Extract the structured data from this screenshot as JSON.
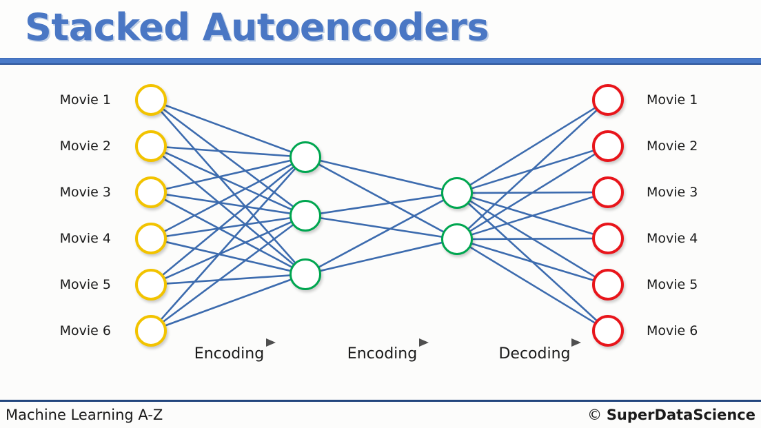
{
  "slide": {
    "title": "Stacked Autoencoders",
    "background_color": "#fcfcfb",
    "title_color": "#4a77c4",
    "rule_color": "#4a7ac8"
  },
  "footer": {
    "left_text": "Machine Learning A-Z",
    "copyright_symbol": "© ",
    "brand": "SuperDataScience",
    "rule_color": "#22467e"
  },
  "diagram": {
    "edge_color": "#3c6bae",
    "layers": [
      {
        "name": "input-layer",
        "node_color": "#f2c300",
        "label_side": "left",
        "nodes": [
          {
            "label": "Movie 1"
          },
          {
            "label": "Movie 2"
          },
          {
            "label": "Movie 3"
          },
          {
            "label": "Movie 4"
          },
          {
            "label": "Movie 5"
          },
          {
            "label": "Movie 6"
          }
        ]
      },
      {
        "name": "hidden-layer-1",
        "node_color": "#00a650",
        "label_side": "none",
        "nodes": [
          {
            "label": ""
          },
          {
            "label": ""
          },
          {
            "label": ""
          }
        ]
      },
      {
        "name": "hidden-layer-2",
        "node_color": "#00a650",
        "label_side": "none",
        "nodes": [
          {
            "label": ""
          },
          {
            "label": ""
          }
        ]
      },
      {
        "name": "output-layer",
        "node_color": "#e8151b",
        "label_side": "right",
        "nodes": [
          {
            "label": "Movie 1"
          },
          {
            "label": "Movie 2"
          },
          {
            "label": "Movie 3"
          },
          {
            "label": "Movie 4"
          },
          {
            "label": "Movie 5"
          },
          {
            "label": "Movie 6"
          }
        ]
      }
    ],
    "stages": [
      {
        "name": "stage-encoding-1",
        "label": "Encoding"
      },
      {
        "name": "stage-encoding-2",
        "label": "Encoding"
      },
      {
        "name": "stage-decoding",
        "label": "Decoding"
      }
    ]
  }
}
